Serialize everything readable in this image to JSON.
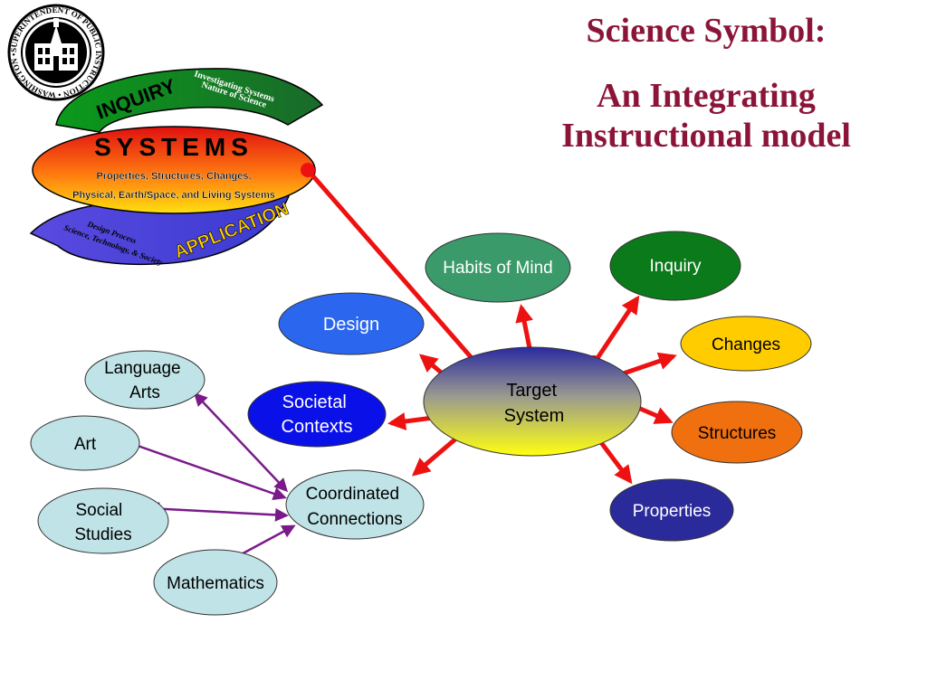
{
  "title": {
    "line1": "Science Symbol:",
    "line2a": "An Integrating",
    "line2b": "Instructional model"
  },
  "seal": {
    "text": "SUPERINTENDENT OF PUBLIC INSTRUCTION • WASHINGTON •"
  },
  "logo": {
    "inquiry": "INQUIRY",
    "inquiry_sub1": "Investigating Systems",
    "inquiry_sub2": "Nature of Science",
    "systems": "SYSTEMS",
    "systems_sub1": "Properties, Structures, Changes,",
    "systems_sub2": "Physical, Earth/Space, and Living Systems",
    "application": "APPLICATION",
    "application_sub1": "Design Process",
    "application_sub2": "Science, Technology, & Society"
  },
  "nodes": {
    "target": [
      "Target",
      "System"
    ],
    "habits": [
      "Habits of Mind"
    ],
    "inquiry": [
      "Inquiry"
    ],
    "design": [
      "Design"
    ],
    "changes": [
      "Changes"
    ],
    "societal": [
      "Societal",
      "Contexts"
    ],
    "structures": [
      "Structures"
    ],
    "properties": [
      "Properties"
    ],
    "coordinated": [
      "Coordinated",
      "Connections"
    ],
    "language": [
      "Language",
      "Arts"
    ],
    "art": [
      "Art"
    ],
    "social": [
      "Social",
      "Studies"
    ],
    "math": [
      "Mathematics"
    ]
  },
  "colors": {
    "title": "#8b1538",
    "arrow_red": "#ee1111",
    "arrow_purple": "#7a1a8a",
    "habits": "#3a9a6a",
    "inquiry": "#0a7a1a",
    "design": "#2a66ee",
    "changes": "#ffcc00",
    "societal": "#0a10e8",
    "structures": "#f07010",
    "properties": "#2a2a9a",
    "light": "#bfe3e6"
  }
}
